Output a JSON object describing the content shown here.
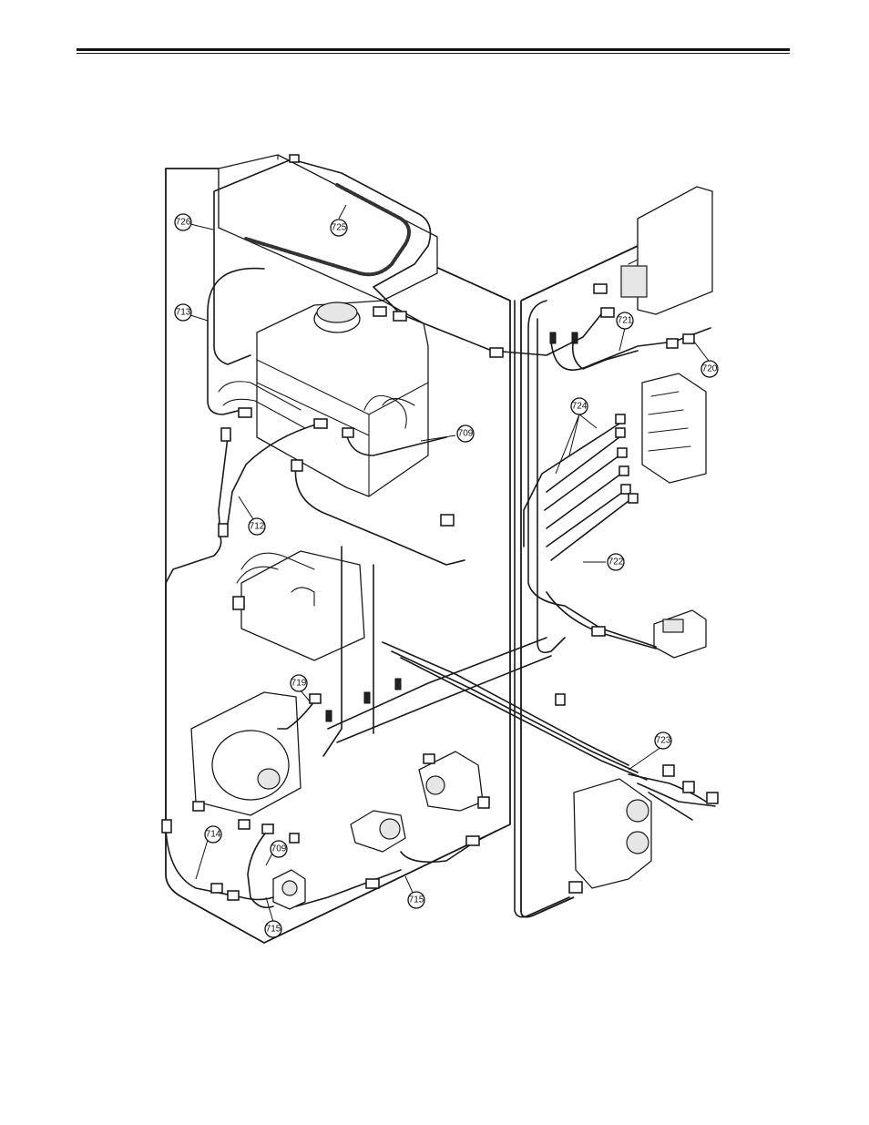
{
  "callouts": [
    {
      "id": "c726",
      "label": "726"
    },
    {
      "id": "c725",
      "label": "725"
    },
    {
      "id": "c713",
      "label": "713"
    },
    {
      "id": "c721",
      "label": "721"
    },
    {
      "id": "c720",
      "label": "720"
    },
    {
      "id": "c724",
      "label": "724"
    },
    {
      "id": "c709a",
      "label": "709"
    },
    {
      "id": "c712",
      "label": "712"
    },
    {
      "id": "c722",
      "label": "722"
    },
    {
      "id": "c719",
      "label": "719"
    },
    {
      "id": "c723",
      "label": "723"
    },
    {
      "id": "c714",
      "label": "714"
    },
    {
      "id": "c709b",
      "label": "709"
    },
    {
      "id": "c715a",
      "label": "715"
    },
    {
      "id": "c715b",
      "label": "715"
    }
  ]
}
